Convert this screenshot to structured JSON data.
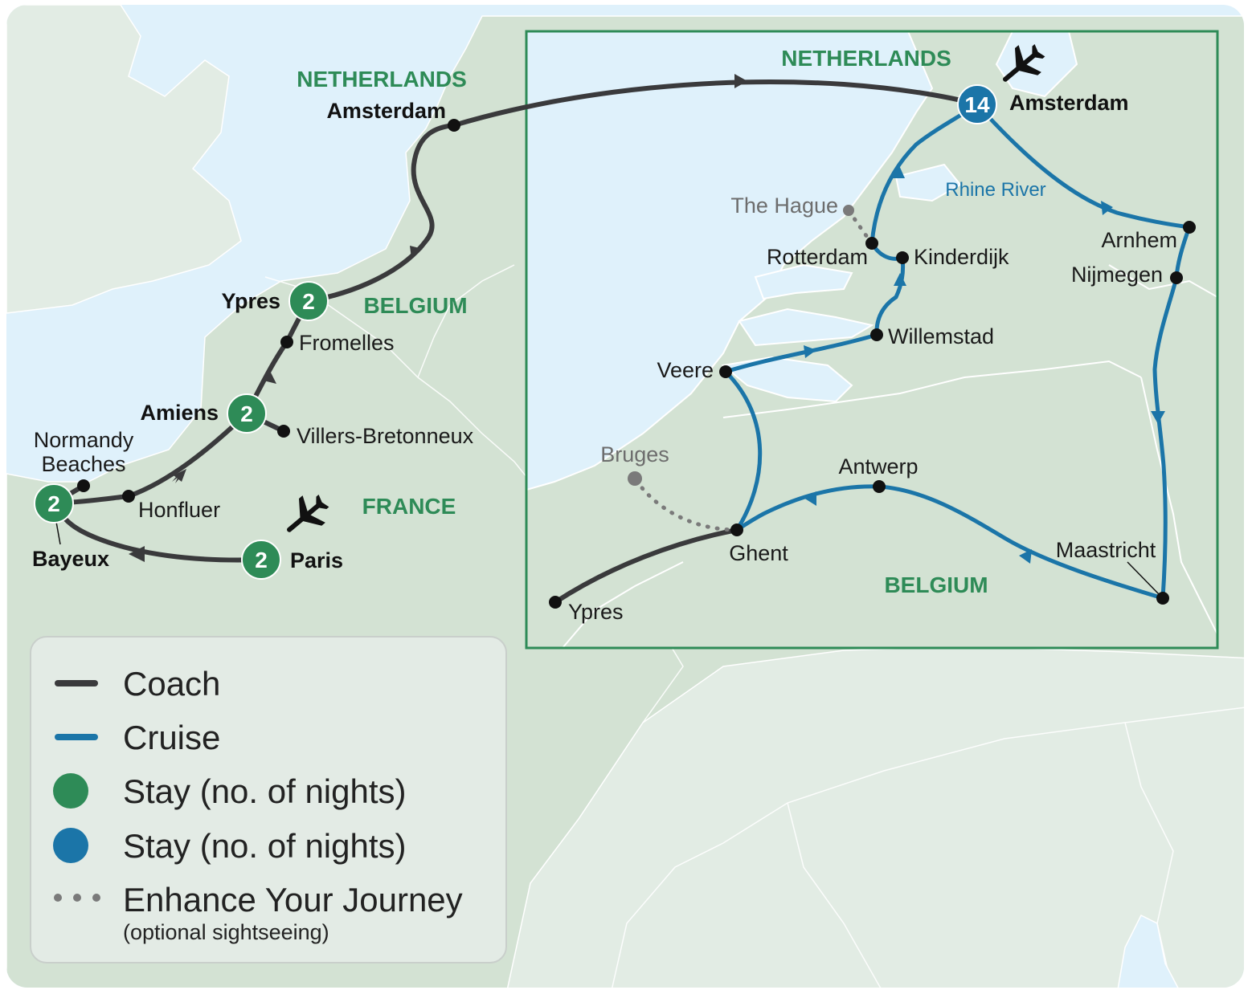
{
  "colors": {
    "coach": "#3a3a3c",
    "cruise": "#1b75a8",
    "stay_green": "#2e8b57",
    "stay_blue": "#1b75a8",
    "enhance": "#7a7a7a",
    "land": "#d3e2d3",
    "land_far": "#e2ece4",
    "water": "#dff1fb",
    "inset_border": "#2e8b57"
  },
  "main_map": {
    "countries": {
      "netherlands": "NETHERLANDS",
      "belgium": "BELGIUM",
      "france": "FRANCE"
    },
    "places": {
      "amsterdam": "Amsterdam",
      "ypres": "Ypres",
      "fromelles": "Fromelles",
      "amiens": "Amiens",
      "villers": "Villers-Bretonneux",
      "normandy_1": "Normandy",
      "normandy_2": "Beaches",
      "honfluer": "Honfluer",
      "bayeux": "Bayeux",
      "paris": "Paris"
    },
    "stays": {
      "ypres": "2",
      "amiens": "2",
      "bayeux": "2",
      "paris": "2"
    },
    "icons": {
      "airport": "airplane-icon"
    }
  },
  "inset_map": {
    "countries": {
      "netherlands": "NETHERLANDS",
      "belgium": "BELGIUM"
    },
    "river": "Rhine River",
    "places": {
      "amsterdam": "Amsterdam",
      "the_hague": "The Hague",
      "rotterdam": "Rotterdam",
      "kinderdijk": "Kinderdijk",
      "arnhem": "Arnhem",
      "nijmegen": "Nijmegen",
      "willemstad": "Willemstad",
      "veere": "Veere",
      "bruges": "Bruges",
      "antwerp": "Antwerp",
      "ghent": "Ghent",
      "maastricht": "Maastricht",
      "ypres": "Ypres"
    },
    "stays": {
      "amsterdam": "14"
    }
  },
  "legend": {
    "items": [
      {
        "label": "Coach",
        "type": "line",
        "icon": "coach-line-icon"
      },
      {
        "label": "Cruise",
        "type": "line",
        "icon": "cruise-line-icon"
      },
      {
        "label": "Stay (no. of nights)",
        "type": "dot",
        "icon": "green-stay-dot-icon"
      },
      {
        "label": "Stay (no. of nights)",
        "type": "dot",
        "icon": "blue-stay-dot-icon"
      },
      {
        "label": "Enhance Your Journey",
        "type": "dots",
        "icon": "dotted-line-icon"
      }
    ],
    "enhance_sub": "(optional sightseeing)"
  }
}
